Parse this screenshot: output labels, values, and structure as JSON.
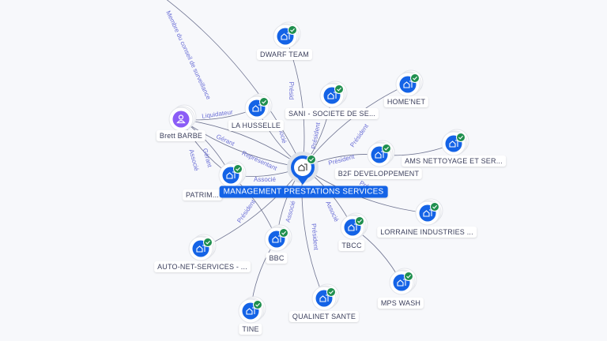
{
  "colors": {
    "company": "#1463e6",
    "person": "#8b5cf6",
    "verified": "#1f8f4e",
    "edge": "#6e7390",
    "edge_label": "#6b6fd6",
    "background": "#f7f8fb"
  },
  "center": {
    "id": "mps",
    "label": "MANAGEMENT PRESTATIONS SERVICES",
    "icon": "building-icon",
    "verified": true
  },
  "nodes": [
    {
      "id": "dwarf",
      "label": "DWARF TEAM",
      "type": "company"
    },
    {
      "id": "husselle",
      "label": "LA HUSSELLE",
      "type": "company"
    },
    {
      "id": "sani",
      "label": "SANI - SOCIETE DE SE...",
      "type": "company"
    },
    {
      "id": "homenet",
      "label": "HOME'NET",
      "type": "company"
    },
    {
      "id": "brett",
      "label": "Brett BARBE",
      "type": "person"
    },
    {
      "id": "b2f",
      "label": "B2F DEVELOPPEMENT",
      "type": "company"
    },
    {
      "id": "ams",
      "label": "AMS NETTOYAGE ET SER...",
      "type": "company"
    },
    {
      "id": "patrim",
      "label": "PATRIM...",
      "type": "company"
    },
    {
      "id": "lorraine",
      "label": "LORRAINE INDUSTRIES ...",
      "type": "company"
    },
    {
      "id": "tbcc",
      "label": "TBCC",
      "type": "company"
    },
    {
      "id": "bbc",
      "label": "BBC",
      "type": "company"
    },
    {
      "id": "autonet",
      "label": "AUTO-NET-SERVICES - ...",
      "type": "company"
    },
    {
      "id": "qualinet",
      "label": "QUALINET SANTE",
      "type": "company"
    },
    {
      "id": "mpswash",
      "label": "MPS WASH",
      "type": "company"
    },
    {
      "id": "tine",
      "label": "TINE",
      "type": "company"
    }
  ],
  "edges": [
    {
      "from": "offscreen",
      "to": "mps",
      "label": "Membre du conseil de surveillance"
    },
    {
      "from": "mps",
      "to": "dwarf",
      "label": "Présid"
    },
    {
      "from": "mps",
      "to": "husselle",
      "label": "Associé"
    },
    {
      "from": "mps",
      "to": "sani",
      "label": "Président"
    },
    {
      "from": "mps",
      "to": "homenet",
      "label": "Président"
    },
    {
      "from": "brett",
      "to": "husselle",
      "label": "Liquidateur"
    },
    {
      "from": "brett",
      "to": "mps",
      "label": "Gérant"
    },
    {
      "from": "brett",
      "to": "mps",
      "label": "Représentant"
    },
    {
      "from": "brett",
      "to": "patrim",
      "label": "Gérant"
    },
    {
      "from": "brett",
      "to": "patrim",
      "label": "Associé"
    },
    {
      "from": "mps",
      "to": "b2f",
      "label": "Président"
    },
    {
      "from": "b2f",
      "to": "ams",
      "label": ""
    },
    {
      "from": "mps",
      "to": "patrim",
      "label": "Associé"
    },
    {
      "from": "mps",
      "to": "lorraine",
      "label": "Président"
    },
    {
      "from": "mps",
      "to": "tbcc",
      "label": "Associé"
    },
    {
      "from": "mps",
      "to": "bbc",
      "label": "Associé"
    },
    {
      "from": "mps",
      "to": "autonet",
      "label": "Président"
    },
    {
      "from": "mps",
      "to": "qualinet",
      "label": "Président"
    },
    {
      "from": "tbcc",
      "to": "mpswash",
      "label": ""
    },
    {
      "from": "bbc",
      "to": "tine",
      "label": ""
    },
    {
      "from": "patrim",
      "to": "bbc",
      "label": ""
    }
  ]
}
